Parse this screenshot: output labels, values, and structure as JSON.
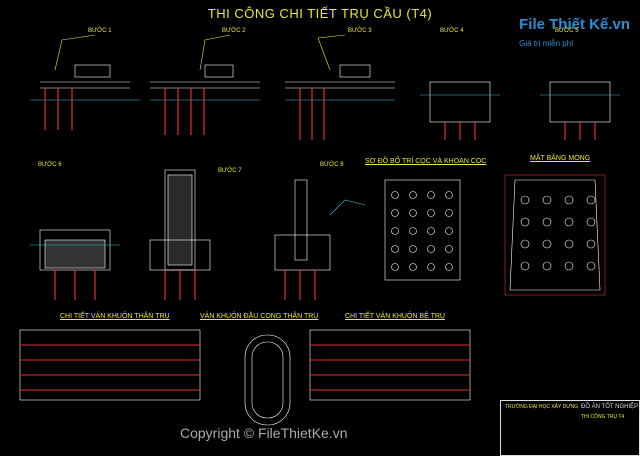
{
  "title": "THI CÔNG CHI TIẾT TRỤ CẦU (T4)",
  "logo": {
    "name": "File Thiết Kế.vn",
    "tagline": "Giá trị miễn phí"
  },
  "steps": [
    "BƯỚC 1",
    "BƯỚC 2",
    "BƯỚC 3",
    "BƯỚC 4",
    "BƯỚC 5",
    "BƯỚC 6",
    "BƯỚC 7",
    "BƯỚC 8"
  ],
  "sections": {
    "pile_layout": "SƠ ĐỒ BỐ TRÍ CỌC VÀ KHOAN CỌC",
    "foundation_plan": "MẶT BẰNG MÓNG",
    "pier_body_formwork": "CHI TIẾT VÁN KHUÔN THÂN TRỤ",
    "pier_cap_formwork": "VÁN KHUÔN ĐẦU CONG THÂN TRỤ",
    "footing_formwork": "CHI TIẾT VÁN KHUÔN BỆ TRỤ"
  },
  "title_block": {
    "school": "TRƯỜNG ĐẠI HỌC XÂY DỰNG",
    "project": "ĐỒ ÁN TỐT NGHIỆP",
    "sheet": "THI CÔNG TRỤ T4"
  },
  "watermark": "Copyright © FileThietKe.vn",
  "colors": {
    "background": "#000000",
    "text": "#e8e832",
    "pier": "#e03030",
    "line": "#ffffff",
    "accent": "#30c0d0"
  }
}
